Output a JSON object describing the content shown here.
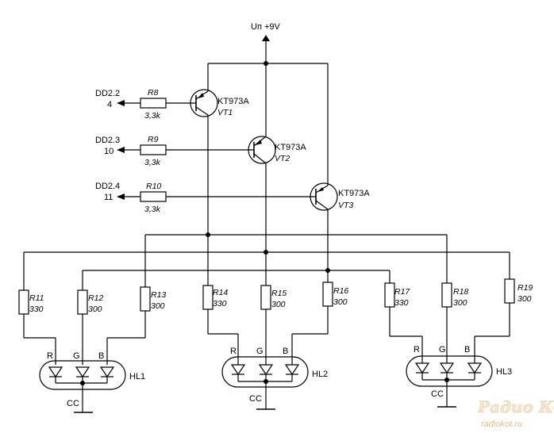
{
  "supply": {
    "label": "Uп +9V"
  },
  "inputs": [
    {
      "port": "DD2.2",
      "pin": "4"
    },
    {
      "port": "DD2.3",
      "pin": "10"
    },
    {
      "port": "DD2.4",
      "pin": "11"
    }
  ],
  "base_resistors": [
    {
      "ref": "R8",
      "value": "3,3k"
    },
    {
      "ref": "R9",
      "value": "3,3k"
    },
    {
      "ref": "R10",
      "value": "3,3k"
    }
  ],
  "transistors": [
    {
      "type": "KT973A",
      "ref": "VT1"
    },
    {
      "type": "KT973A",
      "ref": "VT2"
    },
    {
      "type": "KT973A",
      "ref": "VT3"
    }
  ],
  "led_resistors": [
    {
      "ref": "R11",
      "value": "330"
    },
    {
      "ref": "R12",
      "value": "300"
    },
    {
      "ref": "R13",
      "value": "300"
    },
    {
      "ref": "R14",
      "value": "330"
    },
    {
      "ref": "R15",
      "value": "300"
    },
    {
      "ref": "R16",
      "value": "300"
    },
    {
      "ref": "R17",
      "value": "330"
    },
    {
      "ref": "R18",
      "value": "300"
    },
    {
      "ref": "R19",
      "value": "300"
    }
  ],
  "leds": [
    {
      "ref": "HL1",
      "pins": [
        "R",
        "G",
        "B"
      ],
      "common": "CC"
    },
    {
      "ref": "HL2",
      "pins": [
        "R",
        "G",
        "B"
      ],
      "common": "CC"
    },
    {
      "ref": "HL3",
      "pins": [
        "R",
        "G",
        "B"
      ],
      "common": "CC"
    }
  ],
  "watermark": {
    "logo": "Радио КОТ",
    "url": "radiokot.ru"
  }
}
